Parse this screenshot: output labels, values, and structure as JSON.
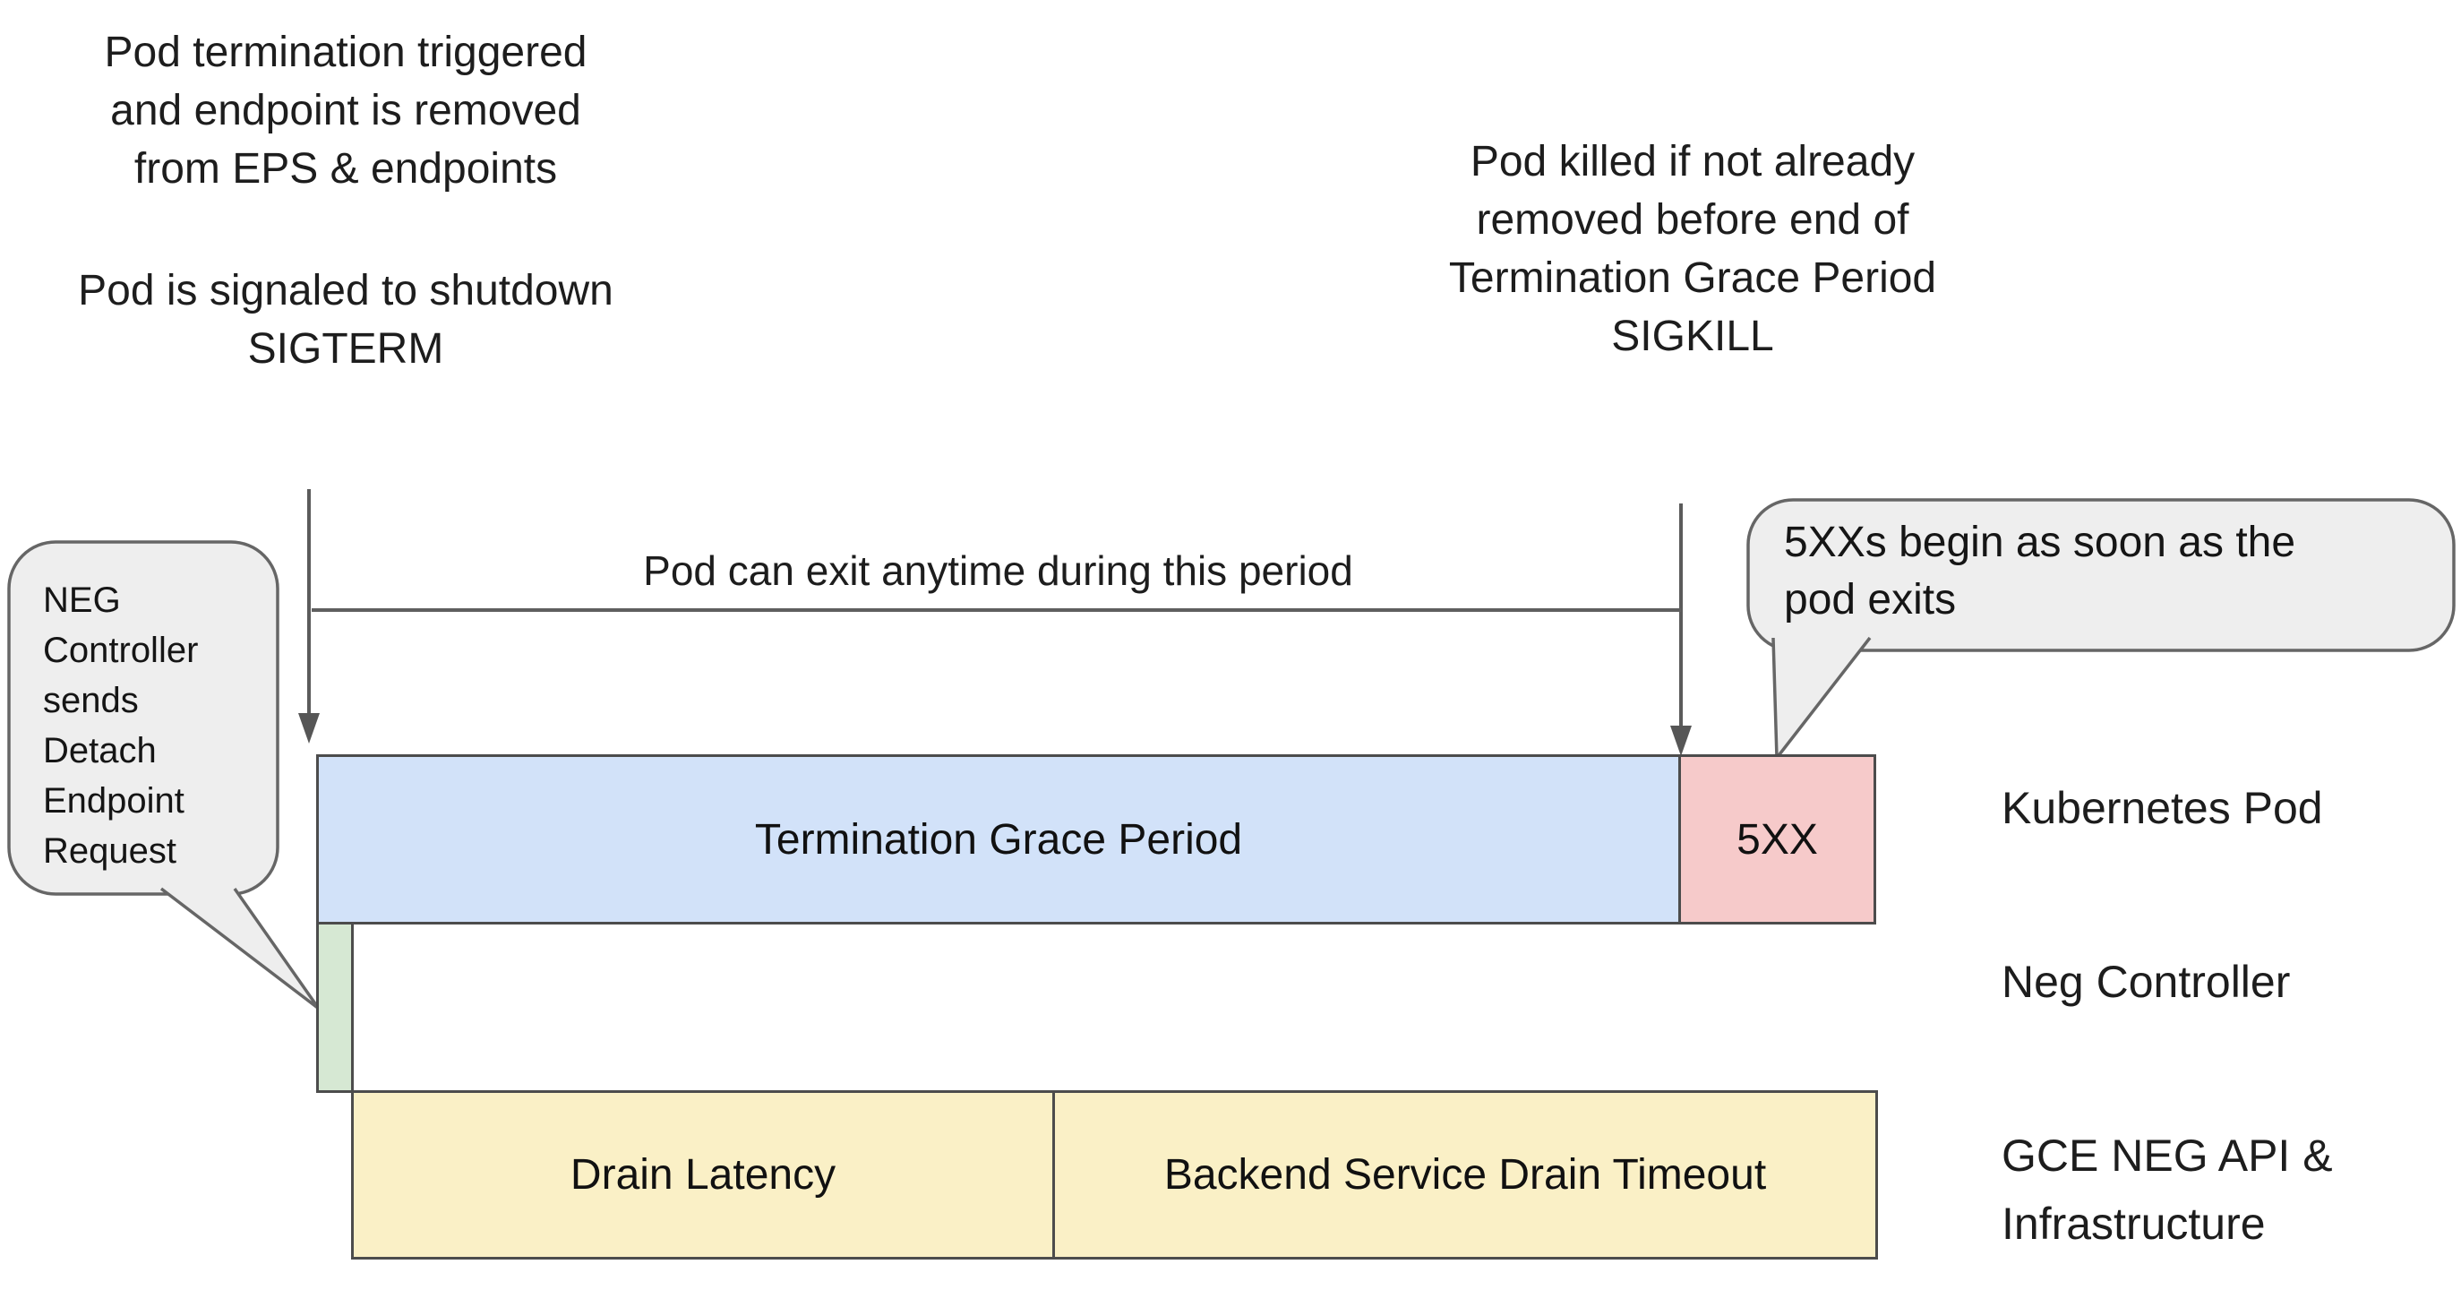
{
  "annotations": {
    "top_left_primary": {
      "lines": [
        "Pod termination triggered",
        "and endpoint is removed",
        "from EPS & endpoints"
      ]
    },
    "top_left_secondary": {
      "lines": [
        "Pod is signaled to shutdown",
        "SIGTERM"
      ]
    },
    "top_right": {
      "lines": [
        "Pod killed if not already",
        "removed before end of",
        "Termination Grace Period",
        "SIGKILL"
      ]
    },
    "period_label": "Pod can exit anytime during this period"
  },
  "callouts": {
    "left": {
      "lines": [
        "NEG",
        "Controller",
        "sends",
        "Detach",
        "Endpoint",
        "Request"
      ]
    },
    "right": {
      "lines": [
        "5XXs begin as soon as the",
        "pod exits"
      ]
    }
  },
  "timeline": {
    "kubernetes_pod": {
      "grace_label": "Termination Grace Period",
      "error_label": "5XX"
    },
    "gce": {
      "drain_latency_label": "Drain Latency",
      "drain_timeout_label": "Backend Service Drain Timeout"
    }
  },
  "row_labels": {
    "kubernetes_pod": "Kubernetes Pod",
    "neg_controller": "Neg Controller",
    "gce_line1": "GCE NEG API &",
    "gce_line2": "Infrastructure"
  },
  "colors": {
    "bar_blue": "#d2e2f9",
    "bar_red": "#f6caca",
    "bar_green": "#d6e8d3",
    "bar_yellow": "#faf0c6",
    "callout_fill": "#eeeeee",
    "callout_border": "#666666",
    "bar_border": "#4c4c4c",
    "line_gray": "#5b5b5b",
    "text": "#1d1d1d"
  }
}
